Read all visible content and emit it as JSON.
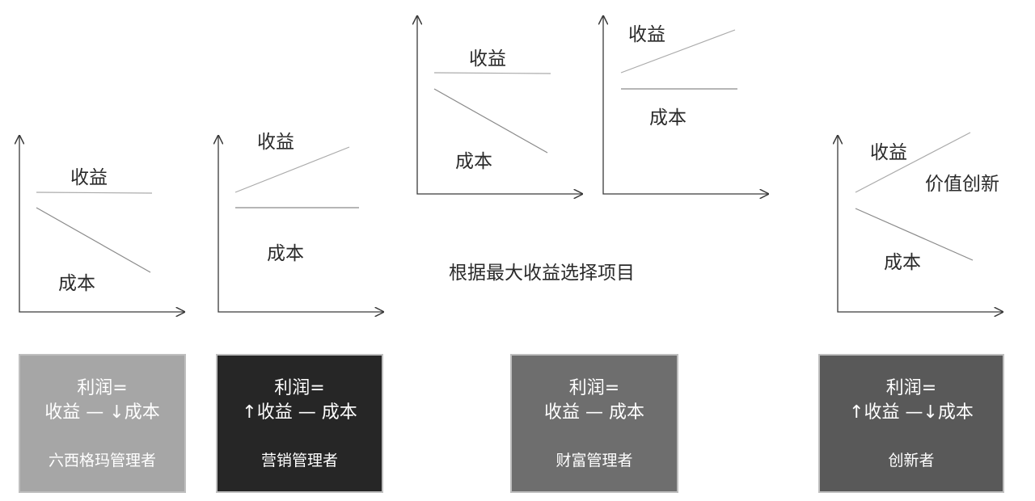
{
  "panels": [
    {
      "id": "six-sigma",
      "revenue_label": "收益",
      "cost_label": "成本",
      "revenue_trend": "flat",
      "cost_trend": "down"
    },
    {
      "id": "marketing",
      "revenue_label": "收益",
      "cost_label": "成本",
      "revenue_trend": "up",
      "cost_trend": "flat"
    },
    {
      "id": "wealth-a",
      "revenue_label": "收益",
      "cost_label": "成本",
      "revenue_trend": "flat",
      "cost_trend": "down"
    },
    {
      "id": "wealth-b",
      "revenue_label": "收益",
      "cost_label": "成本",
      "revenue_trend": "up",
      "cost_trend": "flat"
    },
    {
      "id": "innovator",
      "revenue_label": "收益",
      "cost_label": "成本",
      "extra_label": "价值创新",
      "revenue_trend": "up",
      "cost_trend": "down"
    }
  ],
  "caption": "根据最大收益选择项目",
  "boxes": [
    {
      "formula_line1": "利润=",
      "formula_line2": "收益 — ↓成本",
      "role": "六西格玛管理者",
      "color": "#a6a6a6"
    },
    {
      "formula_line1": "利润=",
      "formula_line2": "↑收益 — 成本",
      "role": "营销管理者",
      "color": "#262626"
    },
    {
      "formula_line1": "利润=",
      "formula_line2": "收益 — 成本",
      "role": "财富管理者",
      "color": "#6e6e6e"
    },
    {
      "formula_line1": "利润=",
      "formula_line2": "↑收益 —↓成本",
      "role": "创新者",
      "color": "#595959"
    }
  ]
}
